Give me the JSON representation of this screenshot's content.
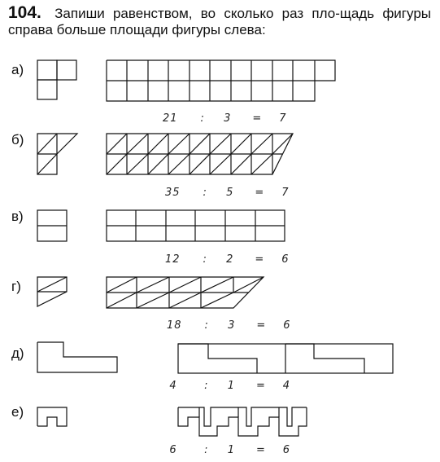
{
  "problem": {
    "number": "104.",
    "text": "Запиши равенством, во сколько раз пло-щадь фигуры справа больше площади фигуры слева:"
  },
  "items": [
    {
      "label": "а)",
      "eq": {
        "a": "21",
        "op": ":",
        "b": "3",
        "eq": "=",
        "r": "7"
      }
    },
    {
      "label": "б)",
      "eq": {
        "a": "35",
        "op": ":",
        "b": "5",
        "eq": "=",
        "r": "7"
      }
    },
    {
      "label": "в)",
      "eq": {
        "a": "12",
        "op": ":",
        "b": "2",
        "eq": "=",
        "r": "6"
      }
    },
    {
      "label": "г)",
      "eq": {
        "a": "18",
        "op": ":",
        "b": "3",
        "eq": "=",
        "r": "6"
      }
    },
    {
      "label": "д)",
      "eq": {
        "a": "4",
        "op": ":",
        "b": "1",
        "eq": "=",
        "r": "4"
      }
    },
    {
      "label": "е)",
      "eq": {
        "a": "6",
        "op": ":",
        "b": "1",
        "eq": "=",
        "r": "6"
      }
    }
  ]
}
